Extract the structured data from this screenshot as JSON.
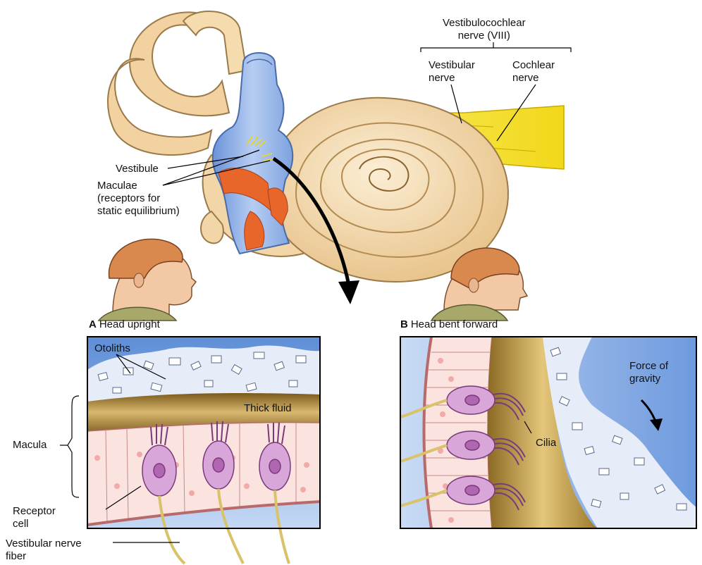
{
  "labels": {
    "nerve_viii": "Vestibulocochlear\nnerve (VIII)",
    "vestibular_nerve": "Vestibular\nnerve",
    "cochlear_nerve": "Cochlear\nnerve",
    "vestibule": "Vestibule",
    "maculae": "Maculae\n(receptors for\nstatic equilibrium)",
    "otoliths": "Otoliths",
    "thick_fluid": "Thick fluid",
    "macula": "Macula",
    "receptor_cell": "Receptor\ncell",
    "vestibular_nerve_fiber": "Vestibular nerve\nfiber",
    "force_of_gravity": "Force of\ngravity",
    "cilia": "Cilia"
  },
  "panel_a": {
    "letter": "A",
    "title": "Head upright"
  },
  "panel_b": {
    "letter": "B",
    "title": "Head bent forward"
  },
  "colors": {
    "bone": "#f3d6a8",
    "vestibule_blue": "#8fb2e8",
    "macula_orange": "#e8662a",
    "nerve_yellow": "#f6ea3a",
    "panel_blue": "#8ab0e2",
    "cell_pink": "#d9a6d9"
  }
}
